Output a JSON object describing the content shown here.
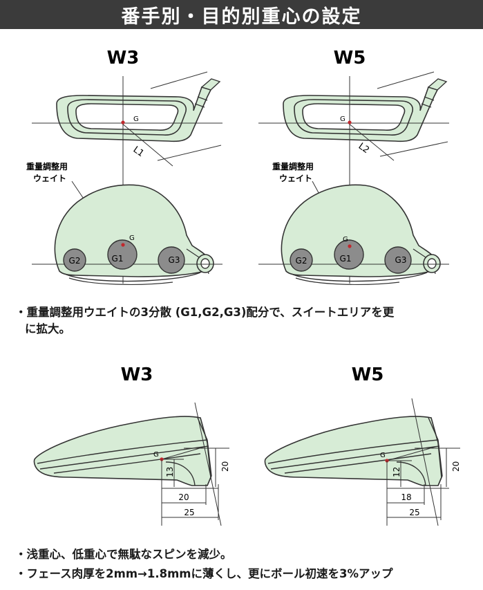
{
  "title": "番手別・目的別重心の設定",
  "top_section": {
    "left_label": "W3",
    "right_label": "W5",
    "g_label": "G",
    "left_length_label": "L1",
    "right_length_label": "L2",
    "weight_label_line1": "重量調整用",
    "weight_label_line2": "ウェイト",
    "weights": [
      "G2",
      "G1",
      "G3"
    ]
  },
  "note_1_line1": "・重量調整用ウエイトの3分散 (G1,G2,G3)配分で、スイートエリアを更",
  "note_1_line2": "に拡大。",
  "side_section": {
    "left_label": "W3",
    "right_label": "W5",
    "g_label": "G",
    "left_dims": {
      "height": "13",
      "face_height": "20",
      "depth": "20",
      "total_depth": "25"
    },
    "right_dims": {
      "height": "12",
      "face_height": "20",
      "depth": "18",
      "total_depth": "25"
    }
  },
  "note_2": "・浅重心、低重心で無駄なスピンを減少。",
  "note_3": "・フェース肉厚を2mm→1.8mmに薄くし、更にボール初速を3%アップ",
  "colors": {
    "head_fill": "#d7ecd6",
    "outline": "#333333",
    "title_bg": "#3b3b3b",
    "weight_fill": "#8c8c8c",
    "cg_dot": "#c0282d"
  }
}
